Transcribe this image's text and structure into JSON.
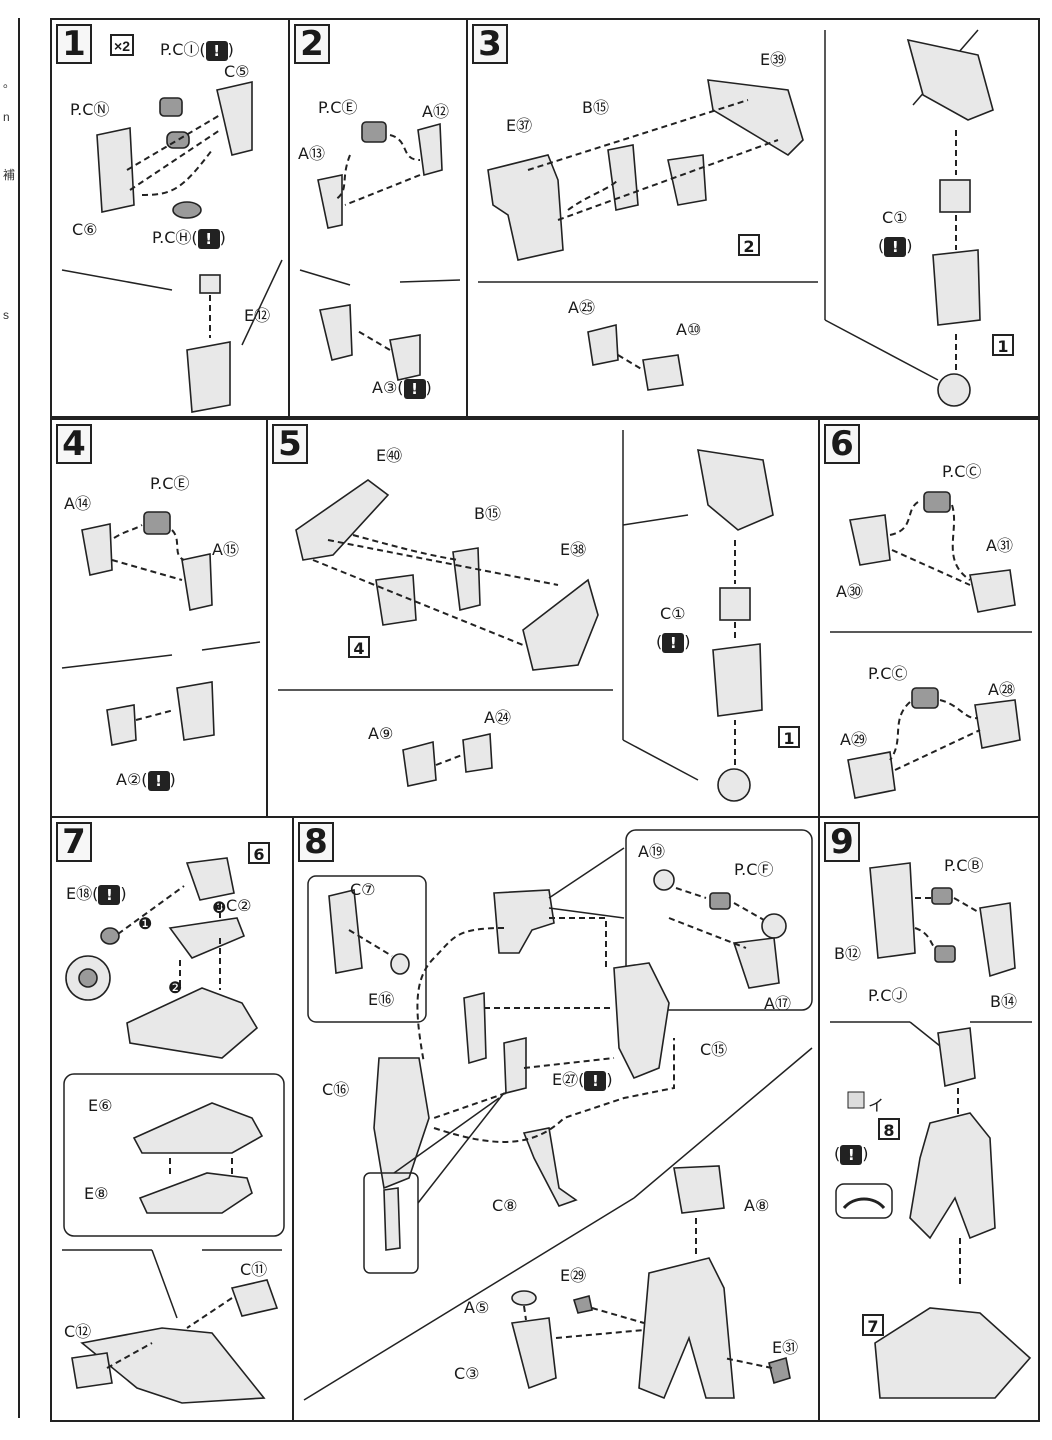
{
  "sheet": {
    "multiplier": "×2",
    "warning_glyph": "!"
  },
  "left_strip": {
    "fragments": [
      "。",
      "n",
      "補",
      "s"
    ]
  },
  "step1": {
    "number": "1",
    "labels": {
      "pc_i": "P.CⒾ(",
      "pc_i_close": ")",
      "c5": "C⑤",
      "pc_n": "P.CⓃ",
      "c6": "C⑥",
      "pc_h": "P.CⒽ(",
      "pc_h_close": ")",
      "e12": "E⑫"
    }
  },
  "step2": {
    "number": "2",
    "labels": {
      "pc_e": "P.CⒺ",
      "a12": "A⑫",
      "a13": "A⑬",
      "a3": "A③(",
      "a3_close": ")"
    }
  },
  "step3": {
    "number": "3",
    "labels": {
      "e39": "E㊴",
      "b15": "B⑮",
      "e37": "E㊲",
      "ref2": "2",
      "a25": "A㉕",
      "a10": "A⑩",
      "c1": "C①",
      "ref1": "1",
      "warn_open": "(",
      "warn_close": ")"
    }
  },
  "step4": {
    "number": "4",
    "labels": {
      "pc_e": "P.CⒺ",
      "a14": "A⑭",
      "a15": "A⑮",
      "a2": "A②(",
      "a2_close": ")"
    }
  },
  "step5": {
    "number": "5",
    "labels": {
      "e40": "E㊵",
      "b15": "B⑮",
      "e38": "E㊳",
      "ref4": "4",
      "a9": "A⑨",
      "a24": "A㉔",
      "c1": "C①",
      "ref1": "1",
      "warn_open": "(",
      "warn_close": ")"
    }
  },
  "step6": {
    "number": "6",
    "labels": {
      "pc_c_top": "P.CⒸ",
      "a31": "A㉛",
      "a30": "A㉚",
      "pc_c_bottom": "P.CⒸ",
      "a28": "A㉘",
      "a29": "A㉙"
    }
  },
  "step7": {
    "number": "7",
    "labels": {
      "e18": "E⑱(",
      "e18_close": ")",
      "ref6": "6",
      "c2": "C②",
      "step_a": "❶",
      "step_b": "❷",
      "step_c": "❸",
      "e6": "E⑥",
      "e8": "E⑧",
      "c11": "C⑪",
      "c12": "C⑫"
    }
  },
  "step8": {
    "number": "8",
    "labels": {
      "a19": "A⑲",
      "pc_f": "P.CⒻ",
      "a17": "A⑰",
      "c7": "C⑦",
      "e16": "E⑯",
      "c15": "C⑮",
      "c16": "C⑯",
      "e27": "E㉗(",
      "e27_close": ")",
      "c8": "C⑧",
      "a8": "A⑧",
      "e29": "E㉙",
      "a5": "A⑤",
      "e31": "E㉛",
      "c3": "C③"
    }
  },
  "step9": {
    "number": "9",
    "labels": {
      "pc_b": "P.CⒷ",
      "b12": "B⑫",
      "b14": "B⑭",
      "pc_j": "P.CⒿ",
      "ref8": "8",
      "ref7": "7",
      "sticker": "イ",
      "warn_open": "(",
      "warn_close": ")"
    }
  }
}
